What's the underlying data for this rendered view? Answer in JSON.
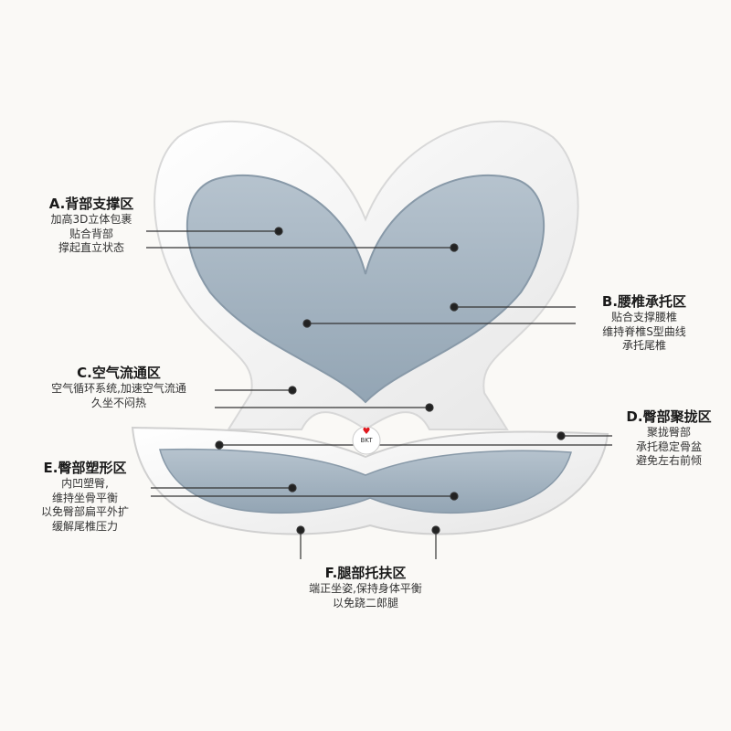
{
  "brand": {
    "logo_text": "BKT",
    "heart_color": "#e0181e"
  },
  "colors": {
    "cushion_blue": "#a3b3c0",
    "shell_white": "#ffffff",
    "line": "#333333"
  },
  "callouts": {
    "a": {
      "title": "A.背部支撑区",
      "lines": [
        "加高3D立体包裹",
        "贴合背部",
        "撑起直立状态"
      ]
    },
    "b": {
      "title": "B.腰椎承托区",
      "lines": [
        "贴合支撑腰椎",
        "维持脊椎S型曲线",
        "承托尾椎"
      ]
    },
    "c": {
      "title": "C.空气流通区",
      "lines": [
        "空气循环系统,加速空气流通",
        "久坐不闷热"
      ]
    },
    "d": {
      "title": "D.臀部聚拢区",
      "lines": [
        "聚拢臀部",
        "承托稳定骨盆",
        "避免左右前倾"
      ]
    },
    "e": {
      "title": "E.臀部塑形区",
      "lines": [
        "内凹塑臀,",
        "维持坐骨平衡",
        "以免臀部扁平外扩",
        "缓解尾椎压力"
      ]
    },
    "f": {
      "title": "F.腿部托扶区",
      "lines": [
        "端正坐姿,保持身体平衡",
        "以免跷二郎腿"
      ]
    }
  }
}
